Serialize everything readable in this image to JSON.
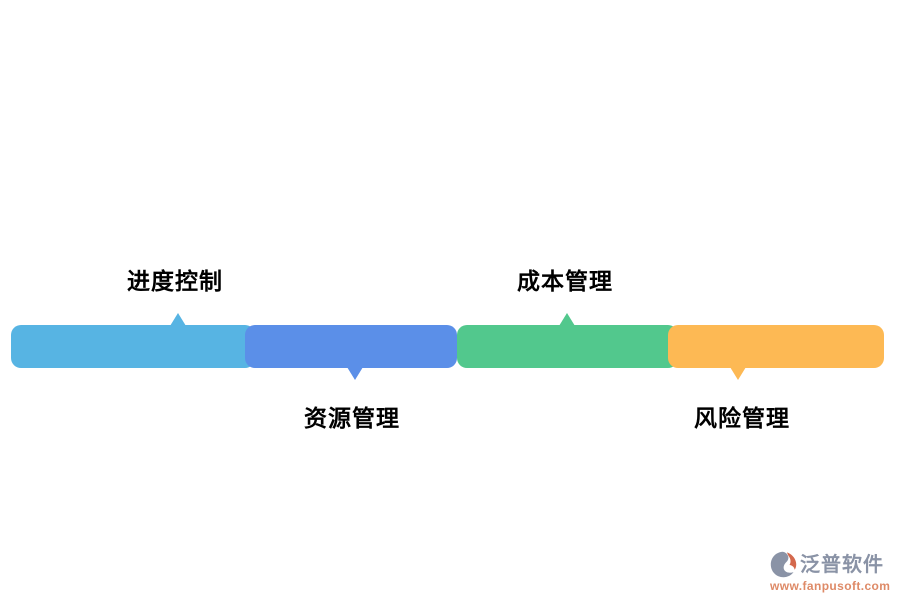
{
  "diagram": {
    "segments": [
      {
        "label": "进度控制",
        "color": "#57B4E3",
        "label_position": "above"
      },
      {
        "label": "资源管理",
        "color": "#5B8FE8",
        "label_position": "below"
      },
      {
        "label": "成本管理",
        "color": "#52C88D",
        "label_position": "above"
      },
      {
        "label": "风险管理",
        "color": "#FDB954",
        "label_position": "below"
      }
    ]
  },
  "watermark": {
    "brand": "泛普软件",
    "url": "www.fanpusoft.com",
    "brand_color": "#8A93A6",
    "url_color": "#DE8A67",
    "icon_body_color": "#8A93A6",
    "icon_accent_color": "#D4684C"
  }
}
